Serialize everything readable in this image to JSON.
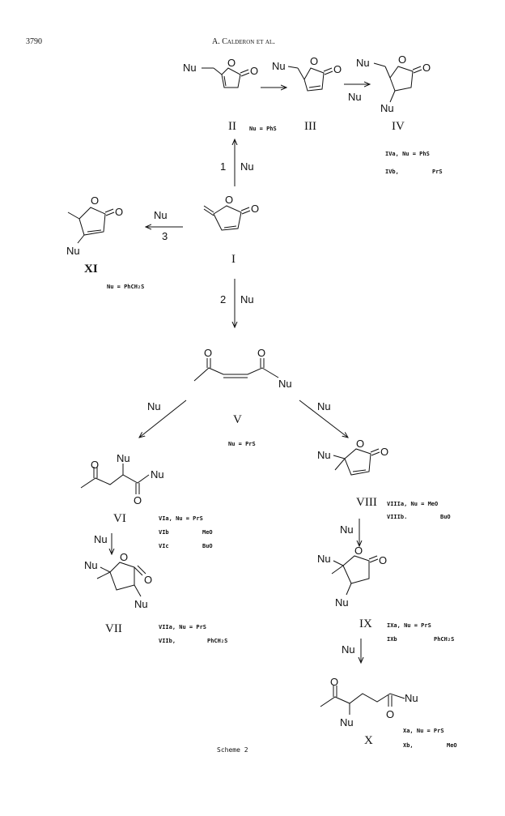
{
  "header": {
    "page_number": "3790",
    "running_title": "A. Calderon et al."
  },
  "structure_labels": {
    "nu": "Nu",
    "o": "O"
  },
  "compounds": {
    "I": "I",
    "II": "II",
    "III": "III",
    "IV": "IV",
    "V": "V",
    "VI": "VI",
    "VII": "VII",
    "VIII": "VIII",
    "IX": "IX",
    "X": "X",
    "XI": "XI"
  },
  "notes": {
    "II": "Nu = PhS",
    "IVa": "IVa, Nu = PhS",
    "IVb_name": "IVb,",
    "IVb_val": "PrS",
    "XI": "Nu = PhCH₂S",
    "V": "Nu = PrS",
    "VIa": "VIa, Nu = PrS",
    "VIb_name": "VIb",
    "VIb_val": "MeO",
    "VIc_name": "VIc",
    "VIc_val": "BuO",
    "VIIa": "VIIa, Nu = PrS",
    "VIIb_name": "VIIb,",
    "VIIb_val": "PhCH₂S",
    "VIIIa": "VIIIa, Nu = MeO",
    "VIIIb_name": "VIIIb.",
    "VIIIb_val": "BuO",
    "IXa": "IXa, Nu = PrS",
    "IXb_name": "IXb",
    "IXb_val": "PhCH₂S",
    "Xa": "Xa, Nu = PrS",
    "Xb_name": "Xb,",
    "Xb_val": "MeO"
  },
  "arrows": {
    "route1_number": "1",
    "route1_reagent": "Nu",
    "route2_number": "2",
    "route2_reagent": "Nu",
    "route3_number": "3",
    "route3_reagent": "Nu",
    "III_to_IV_reagent": "Nu",
    "V_to_VI_reagent": "Nu",
    "V_to_VIII_reagent": "Nu",
    "VI_to_VII_reagent": "Nu",
    "VIII_to_IX_reagent": "Nu",
    "IX_to_X_reagent": "Nu"
  },
  "caption": "Scheme 2"
}
